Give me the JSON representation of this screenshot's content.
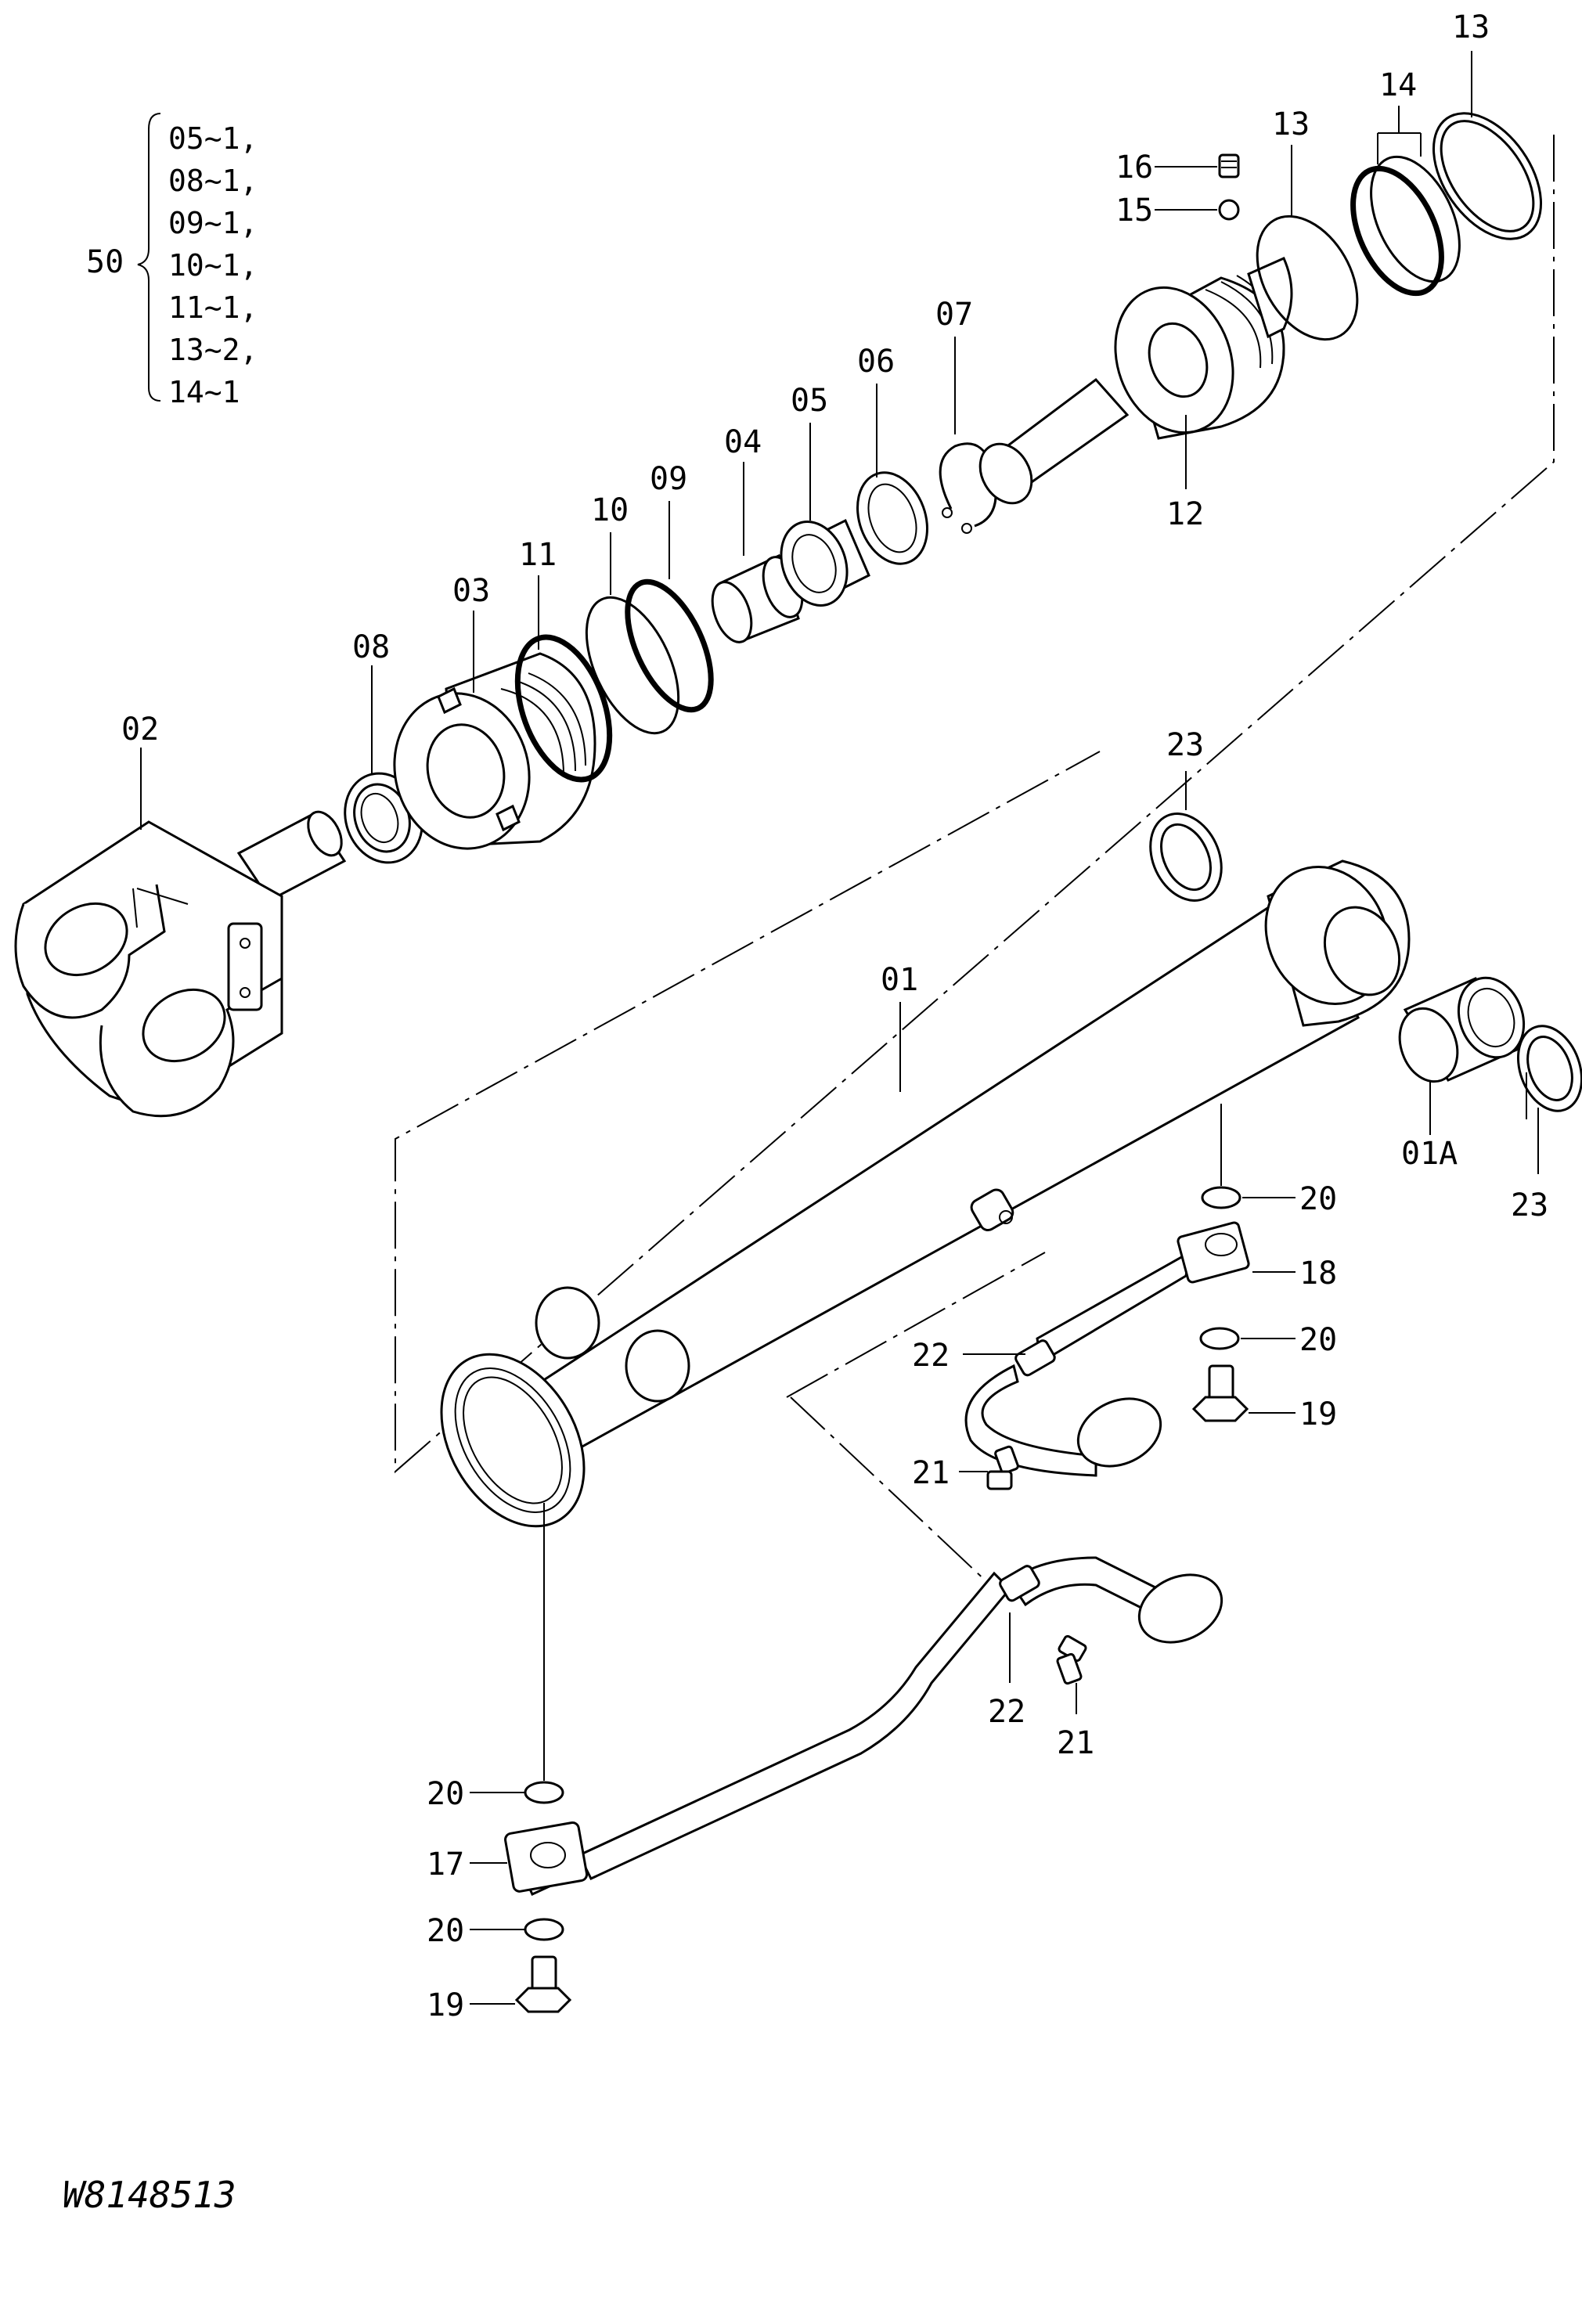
{
  "diagram": {
    "figure_code": "W8148513",
    "kit": {
      "number": "50",
      "contents": [
        "05~1,",
        "08~1,",
        "09~1,",
        "10~1,",
        "11~1,",
        "13~2,",
        "14~1"
      ]
    },
    "labels": {
      "p01": "01",
      "p01a": "01A",
      "p02": "02",
      "p03": "03",
      "p04": "04",
      "p05": "05",
      "p06": "06",
      "p07": "07",
      "p08": "08",
      "p09": "09",
      "p10": "10",
      "p11": "11",
      "p12": "12",
      "p13a": "13",
      "p13b": "13",
      "p14": "14",
      "p15": "15",
      "p16": "16",
      "p17": "17",
      "p18": "18",
      "p19a": "19",
      "p19b": "19",
      "p20a": "20",
      "p20b": "20",
      "p20c": "20",
      "p20d": "20",
      "p21a": "21",
      "p21b": "21",
      "p22a": "22",
      "p22b": "22",
      "p23a": "23",
      "p23b": "23"
    }
  }
}
